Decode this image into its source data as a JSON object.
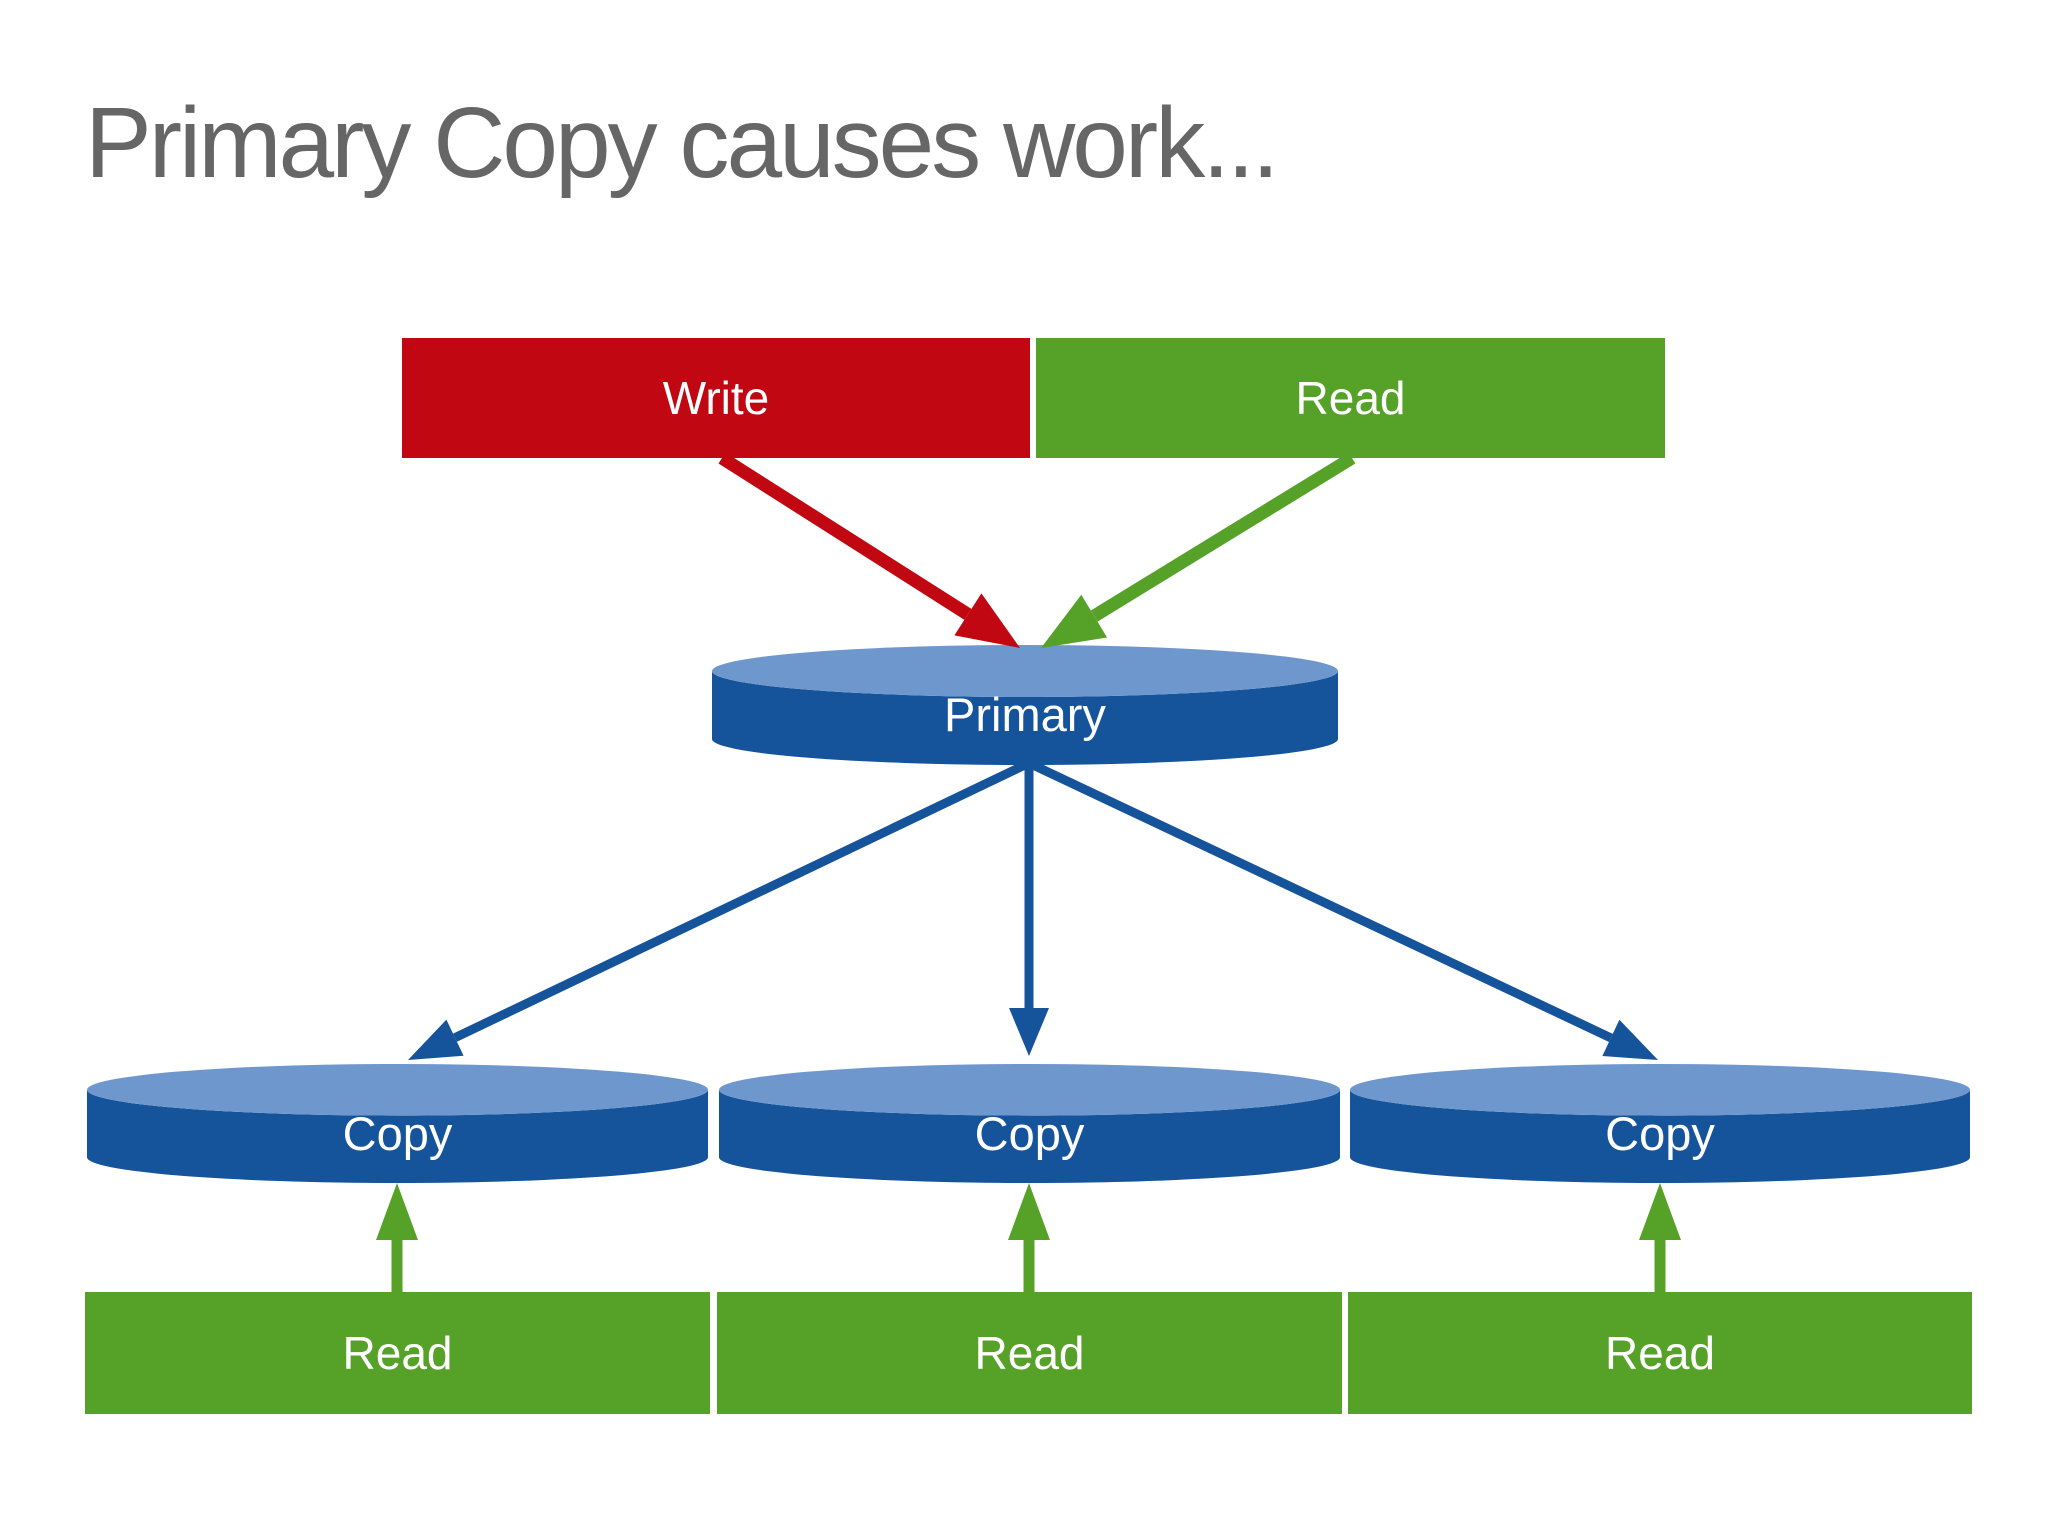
{
  "slide": {
    "title": "Primary Copy causes work..."
  },
  "top_row": {
    "write_label": "Write",
    "read_label": "Read"
  },
  "nodes": {
    "primary_label": "Primary",
    "copy_left_label": "Copy",
    "copy_middle_label": "Copy",
    "copy_right_label": "Copy"
  },
  "bottom_row": {
    "read_left_label": "Read",
    "read_middle_label": "Read",
    "read_right_label": "Read"
  },
  "connectors": [
    {
      "name": "write-to-primary",
      "from": "Write",
      "to": "Primary",
      "color": "#C00712"
    },
    {
      "name": "read-to-primary",
      "from": "Read",
      "to": "Primary",
      "color": "#56A228"
    },
    {
      "name": "primary-to-copy-left",
      "from": "Primary",
      "to": "Copy (left)",
      "color": "#15539B"
    },
    {
      "name": "primary-to-copy-middle",
      "from": "Primary",
      "to": "Copy (middle)",
      "color": "#15539B"
    },
    {
      "name": "primary-to-copy-right",
      "from": "Primary",
      "to": "Copy (right)",
      "color": "#15539B"
    },
    {
      "name": "read-to-copy-left",
      "from": "Read (left)",
      "to": "Copy (left)",
      "color": "#56A228"
    },
    {
      "name": "read-to-copy-middle",
      "from": "Read (middle)",
      "to": "Copy (middle)",
      "color": "#56A228"
    },
    {
      "name": "read-to-copy-right",
      "from": "Read (right)",
      "to": "Copy (right)",
      "color": "#56A228"
    }
  ],
  "colors": {
    "write_red": "#C00712",
    "read_green": "#56A228",
    "db_blue_dark": "#15539B",
    "db_blue_light": "#6E97CE",
    "title_gray": "#666666",
    "background": "#FFFFFF",
    "label_white": "#FFFFFF"
  }
}
